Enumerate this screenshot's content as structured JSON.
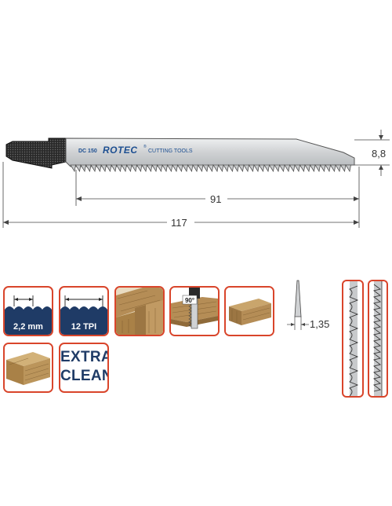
{
  "product": {
    "code": "DC 150",
    "brand": "ROTEC",
    "brand_mark": "®",
    "tagline": "CUTTING TOOLS"
  },
  "dimensions": {
    "blade_height": "8,8",
    "working_length": "91",
    "total_length": "117",
    "blade_thickness": "1,35"
  },
  "icons": {
    "tooth_pitch": "2,2 mm",
    "tpi": "12 TPI",
    "angle": "90°",
    "finish_line1": "EXTRA",
    "finish_line2": "CLEAN"
  },
  "colors": {
    "tile_border": "#d9452b",
    "tile_label_bg": "#1f3b66",
    "blade_steel": "#d8d9da",
    "brand_blue": "#1d4f91",
    "wood": "#a88451"
  }
}
